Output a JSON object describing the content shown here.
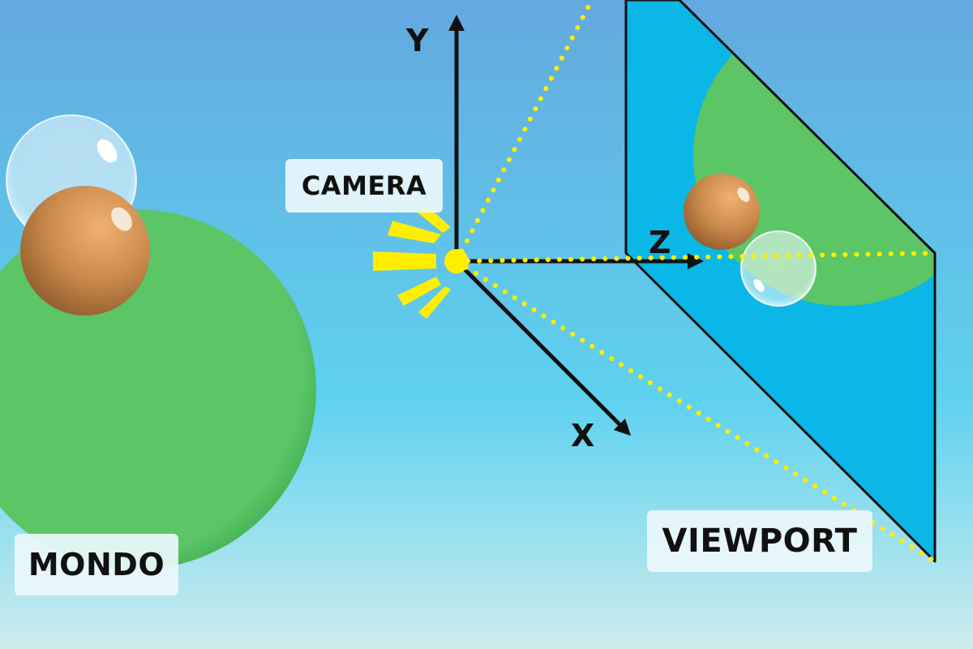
{
  "labels": {
    "camera": "CAMERA",
    "viewport": "VIEWPORT",
    "world": "MONDO",
    "axis_x": "X",
    "axis_y": "Y",
    "axis_z": "Z"
  },
  "colors": {
    "sky_top": "#63a9df",
    "sky_mid": "#5fd2ef",
    "sky_bottom": "#cdecee",
    "world_sphere": "#5cc566",
    "viewport_plane": "#0ab7e6",
    "frustum_lines": "#ffee00",
    "camera_point": "#ffee00",
    "brown_ball": "#c98a4b",
    "axes": "#111111",
    "label_bg": "#ebf7fc"
  }
}
